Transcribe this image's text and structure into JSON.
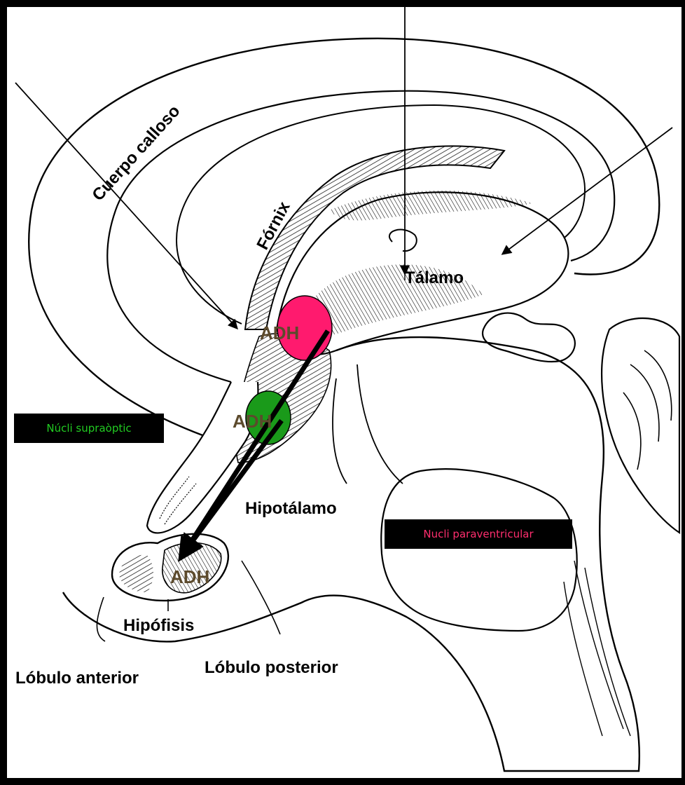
{
  "labels": {
    "cuerpo_calloso": "Cuerpo calloso",
    "fornix": "Fórnix",
    "talamo": "Tálamo",
    "hipotalamo": "Hipotálamo",
    "hipofisis": "Hipófisis",
    "lobulo_anterior": "Lóbulo anterior",
    "lobulo_posterior": "Lóbulo posterior",
    "adh_para": "ADH",
    "adh_supra": "ADH",
    "adh_hipofisis": "ADH"
  },
  "boxes": {
    "supraoptic": "Núcli supraòptic",
    "paraventricular": "Nucli paraventricular"
  },
  "colors": {
    "background": "#000000",
    "panel": "#ffffff",
    "paraventricular_nucleus": "#ff1a6e",
    "supraoptic_nucleus": "#1a9a1a",
    "supraoptic_text": "#22cc22",
    "paraventricular_text": "#ff2e6e",
    "adh_text": "#5c4a2c"
  }
}
